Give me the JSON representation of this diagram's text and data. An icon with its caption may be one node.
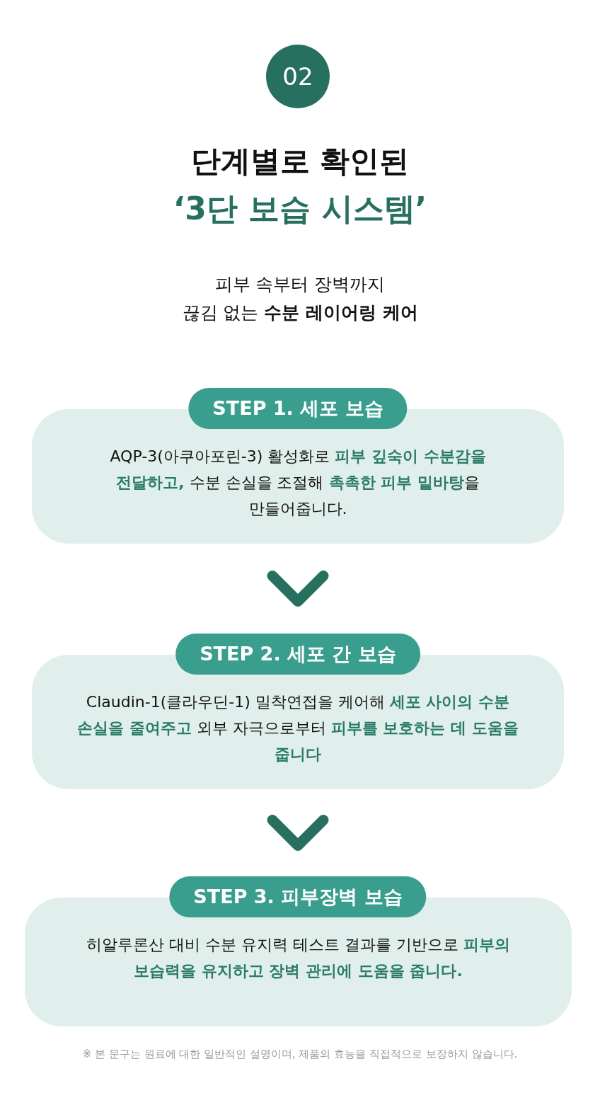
{
  "diagram": {
    "title": "단계별로 확인된",
    "nodes": [
      {
        "text": [
          "STEP 1. 세포 보습"
        ]
      },
      {
        "text": [
          "AQP-3(아쿠아포린-3) 활성화로 **피부 깊숙이 수분감을 전달하고,** 수분 손실을 조절해 **촉촉한 피부 밑바탕**을 만들어줍니다."
        ]
      },
      {
        "text": [
          "STEP 2. 세포 간 보습"
        ]
      },
      {
        "text": [
          "Claudin-1(클라우딘-1) 밀착연접을 케어해 **세포 사이의 수분 손실을 줄여주고** 외부 자극으로부터 **피부를 보호하는 데 도움을 줍니다**"
        ]
      },
      {
        "text": [
          "STEP 3. 피부장벽 보습"
        ]
      },
      {
        "text": [
          "히알루론산 대비 수분 유지력 테스트 결과를 기반으로 **피부의 보습력을 유지하고 장벽 관리에 도움을 줍니다.**"
        ]
      }
    ],
    "edges": [
      {
        "from": 1,
        "to": 2,
        "arrow": "to"
      },
      {
        "from": 3,
        "to": 4,
        "arrow": "to"
      }
    ],
    "labels": [
      "02",
      "‘3단 보습 시스템’",
      "피부 속부터 장벽까지",
      "끊김 없는 **수분 레이어링 케어**",
      "※ 본 문구는 원료에 대한 일반적인 설명이며, 제품의 효능을 직접적으로 보장하지 않습니다."
    ]
  }
}
